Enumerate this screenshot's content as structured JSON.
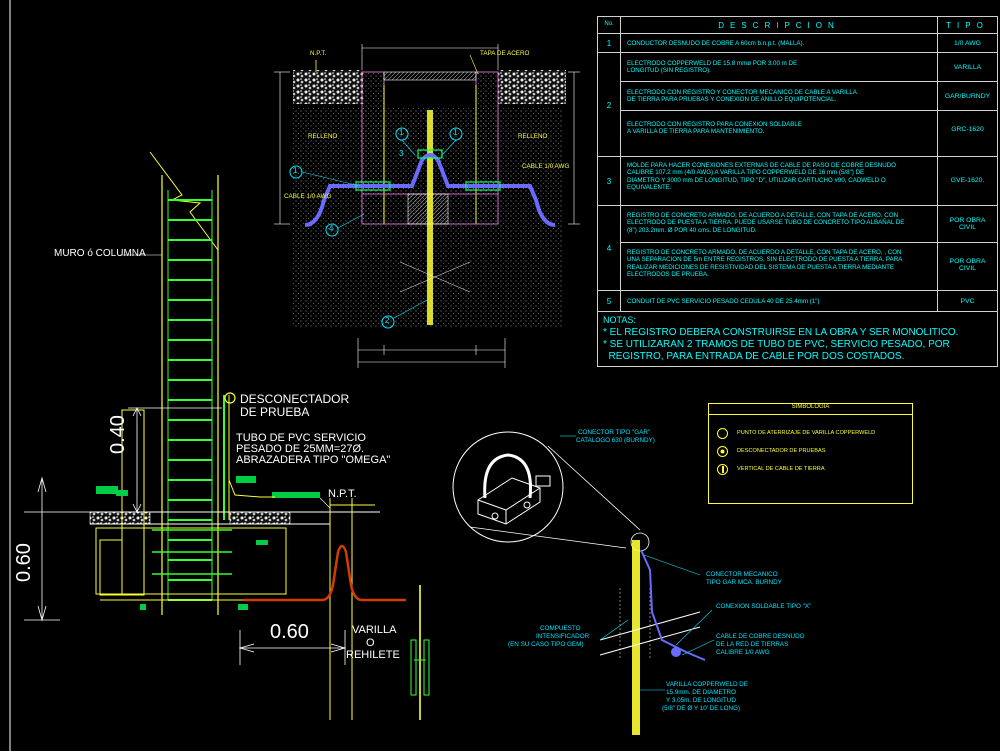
{
  "table": {
    "header": {
      "no": "No.",
      "descripcion": "DESCRIPCION",
      "tipo": "TIPO"
    },
    "rows": [
      {
        "no": "1",
        "desc": "CONDUCTOR DESNUDO DE COBRE A 60cm b.n.p.t. (MALLA).",
        "tipo": "1/0 AWG"
      },
      {
        "no": "",
        "desc": "ELECTRODO COPPERWELD DE 15.8 mmø POR 3.00 m DE\nLONGITUD (SIN REGISTRO).",
        "tipo": "VARILLA"
      },
      {
        "no": "2",
        "desc": "ELECTRODO CON REGISTRO Y CONECTOR MECANICO DE CABLE A VARILLA\nDE TIERRA PARA PRUEBAS Y CONEXION DE ANILLO EQUIPOTENCIAL.",
        "tipo": "GAR/BURNDY"
      },
      {
        "no": "",
        "desc": "ELECTRODO CON REGISTRO PARA CONEXION SOLDABLE\nA VARILLA DE TIERRA PARA MANTENIMIENTO.",
        "tipo": "GRC-1620"
      },
      {
        "no": "3",
        "desc": "MOLDE PARA HACER CONEXIONES EXTERNAS DE CABLE DE PASO DE COBRE DESNUDO\nCALIBRE 107.2 mm (4/0 AWG) A VARILLA TIPO COPPERWELD DE 16 mm (5/8\") DE\nDIAMETRO Y 3000 mm DE LONGITUD, TIPO \"D\", UTILIZAR CARTUCHO #90, CADWELD O\nEQUIVALENTE.",
        "tipo": "GVE-1620."
      },
      {
        "no": "",
        "desc": "REGISTRO DE CONCRETO ARMADO, DE ACUERDO A DETALLE, CON TAPA DE ACERO, CON\nELECTRODO DE PUESTA A TIERRA. PUEDE USARSE TUBO DE CONCRETO TIPO ALBAÑAL DE\n(8\") 203.2mm. Ø POR 40 cms. DE LONGITUD.",
        "tipo": "POR OBRA\nCIVIL"
      },
      {
        "no": "4",
        "desc": "REGISTRO DE CONCRETO ARMADO, DE ACUERDO A DETALLE, CON TAPA DE ACERO, , CON\nUNA SEPARACION DE 5m ENTRE REGISTROS, SIN ELECTRODO DE PUESTA A TIERRA. PARA\nREALIZAR MEDICIONES DE RESISTIVIDAD DEL SISTEMA DE PUESTA A TIERRA MEDIANTE\nELECTRODOS DE PRUEBA.",
        "tipo": "POR OBRA\nCIVIL"
      },
      {
        "no": "5",
        "desc": "CONDUIT DE PVC SERVICIO PESADO CEDULA 40 DE 25.4mm (1\")",
        "tipo": "PVC"
      }
    ],
    "notes_title": "NOTAS:",
    "notes": [
      "* EL REGISTRO DEBERA CONSTRUIRSE EN LA OBRA Y SER MONOLITICO.",
      "* SE UTILIZARAN 2 TRAMOS DE TUBO DE PVC, SERVICIO PESADO, POR",
      "  REGISTRO, PARA ENTRADA DE CABLE POR DOS COSTADOS."
    ]
  },
  "legend": {
    "title": "SIMBOLOGIA",
    "items": [
      {
        "label": "PUNTO DE ATERRIZAJE DE VARILLA COPPERWELD"
      },
      {
        "label": "DESCONECTADOR DE PRUEBAS"
      },
      {
        "label": "VERTICAL DE CABLE DE TIERRA"
      }
    ]
  },
  "left_detail": {
    "muro_label": "MURO ó COLUMNA",
    "desconectador": [
      "DESCONECTADOR",
      "DE PRUEBA"
    ],
    "tubo": [
      "TUBO DE PVC SERVICIO",
      "PESADO DE 25MM=27Ø.",
      "ABRAZADERA TIPO \"OMEGA\""
    ],
    "npt": "N.P.T.",
    "dim_040": "0.40",
    "dim_060_v": "0.60",
    "dim_060_h": "0.60",
    "varilla": [
      "VARILLA",
      "O",
      "REHILETE"
    ]
  },
  "section_detail": {
    "npt": "N.P.T.",
    "tapa": "TAPA DE ACERO",
    "left_fill_labels": [
      "RELLENO",
      "CABLE 1/0 AWG"
    ],
    "right_fill_labels": [
      "RELLENO",
      "CABLE 1/0 AWG"
    ],
    "callouts": [
      "1",
      "1",
      "1",
      "2",
      "3",
      "4"
    ]
  },
  "connector_detail": {
    "conector_top": [
      "CONECTOR TIPO \"GAR\"",
      "CATALOGO 630 (BURNDY)"
    ],
    "conector_mecanico": [
      "CONECTOR MECANICO",
      "TIPO GAR MCA. BURNDY"
    ],
    "conexion_soldable": "CONEXION SOLDABLE TIPO \"X\"",
    "cable_cobre": [
      "CABLE DE COBRE DESNUDO",
      "DE LA RED DE TIERRAS",
      "CALIBRE 1/0 AWG"
    ],
    "compuesto": [
      "COMPUESTO",
      "INTENSIFICADOR",
      "(EN SU CASO TIPO GEM)"
    ],
    "varilla": [
      "VARILLA COPPERWELD DE",
      "15.9mm. DE DIAMETRO",
      "Y 3.05m. DE LONGITUD",
      "(5/8\" DE Ø Y 10' DE LONG)"
    ]
  },
  "colors": {
    "background": "#000000",
    "yellow": "#ffff33",
    "cyan": "#00e5ff",
    "green": "#00cc44",
    "magenta": "#cc66cc",
    "blue": "#6a6aff",
    "red": "#d23c00",
    "white": "#ffffff"
  }
}
